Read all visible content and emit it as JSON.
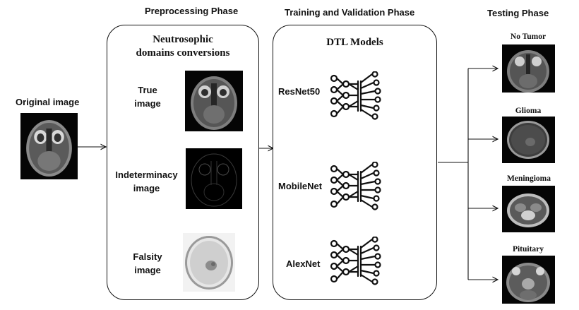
{
  "phases": {
    "preprocessing": "Preprocessing Phase",
    "training": "Training and Validation Phase",
    "testing": "Testing Phase"
  },
  "original": {
    "label": "Original image"
  },
  "preprocessing_panel": {
    "title_line1": "Neutrosophic",
    "title_line2": "domains conversions",
    "items": [
      {
        "line1": "True",
        "line2": "image"
      },
      {
        "line1": "Indeterminacy",
        "line2": "image"
      },
      {
        "line1": "Falsity",
        "line2": "image"
      }
    ]
  },
  "training_panel": {
    "title": "DTL Models",
    "models": [
      "ResNet50",
      "MobileNet",
      "AlexNet"
    ]
  },
  "testing": {
    "classes": [
      "No Tumor",
      "Glioma",
      "Meningioma",
      "Pituitary"
    ]
  },
  "colors": {
    "stroke": "#111111",
    "background": "#ffffff"
  },
  "icons": {
    "network": "neural-network-icon"
  }
}
